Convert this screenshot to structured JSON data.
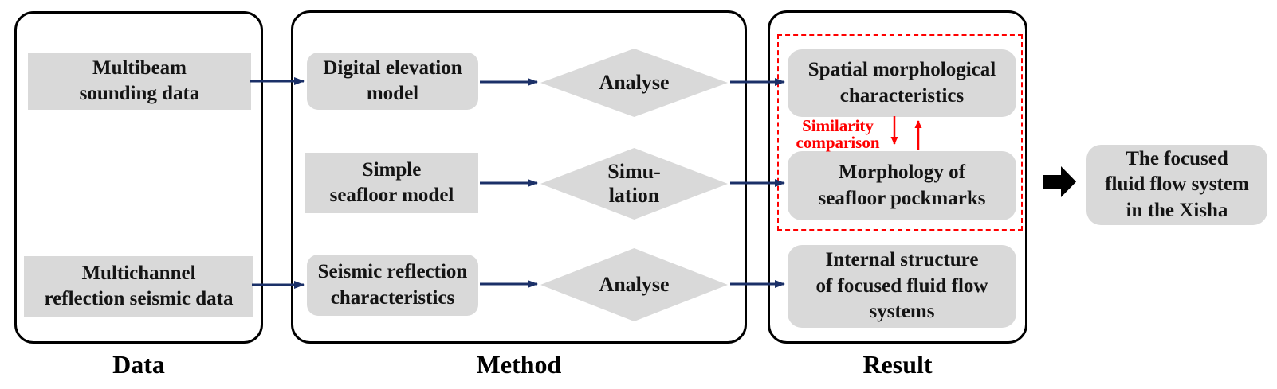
{
  "data_section": {
    "label": "Data",
    "box1": "Multibeam\nsounding data",
    "box2": "Multichannel\nreflection seismic data"
  },
  "method_section": {
    "label": "Method",
    "box1": "Digital elevation\nmodel",
    "box2": "Simple\nseafloor model",
    "box3": "Seismic reflection\ncharacteristics",
    "diamond1": "Analyse",
    "diamond2": "Simu-\nlation",
    "diamond3": "Analyse"
  },
  "result_section": {
    "label": "Result",
    "box1": "Spatial morphological\ncharacteristics",
    "box2": "Morphology of\nseafloor pockmarks",
    "box3": "Internal structure\nof focused fluid flow\nsystems",
    "similarity_label": "Similarity\ncomparison"
  },
  "output_box": {
    "text": "The focused\nfluid flow system\nin the Xisha"
  },
  "colors": {
    "box_fill": "#d9d9d9",
    "arrow_navy": "#1b3068",
    "highlight_red": "#ff0000",
    "border_black": "#000000"
  }
}
